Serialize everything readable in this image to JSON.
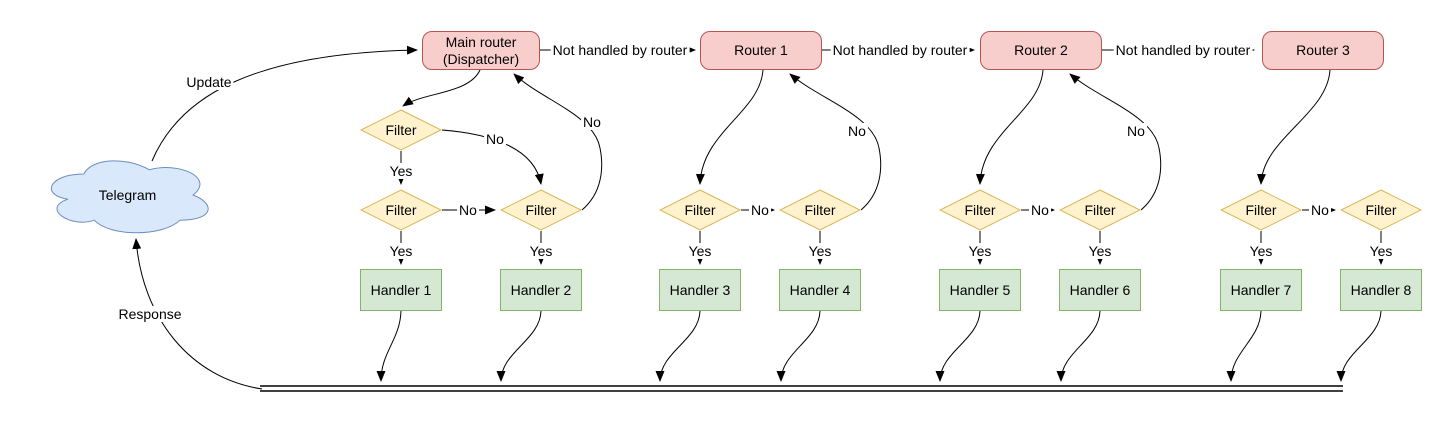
{
  "diagram": {
    "cloud_label": "Telegram",
    "routers": {
      "main": "Main router\n(Dispatcher)",
      "r1": "Router 1",
      "r2": "Router 2",
      "r3": "Router 3"
    },
    "filter_label": "Filter",
    "handlers": [
      "Handler 1",
      "Handler 2",
      "Handler 3",
      "Handler 4",
      "Handler 5",
      "Handler 6",
      "Handler 7",
      "Handler 8"
    ],
    "edge_labels": {
      "update": "Update",
      "response": "Response",
      "not_handled": "Not handled by router",
      "yes": "Yes",
      "no": "No"
    },
    "colors": {
      "router_fill": "#f8cecc",
      "router_stroke": "#b85450",
      "filter_fill": "#fff2cc",
      "filter_stroke": "#d6b656",
      "handler_fill": "#d5e8d4",
      "handler_stroke": "#82b366",
      "cloud_fill": "#dae8fc",
      "cloud_stroke": "#6c8ebf",
      "edge": "#000000"
    }
  }
}
